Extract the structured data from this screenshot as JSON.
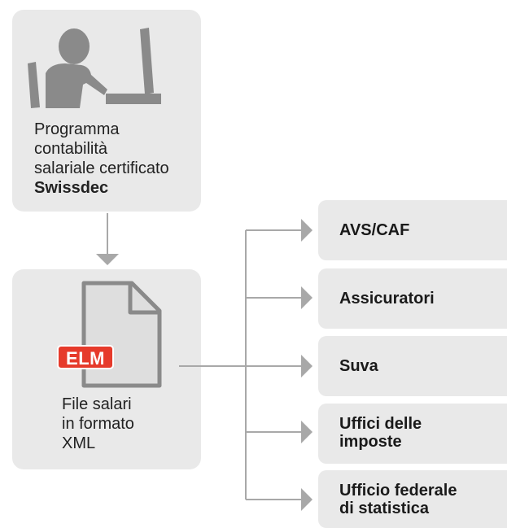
{
  "source_box": {
    "lines": [
      "Programma",
      "contabilità",
      "salariale certificato"
    ],
    "brand": "Swissdec",
    "icon": "person-at-computer-icon"
  },
  "file_box": {
    "badge": "ELM",
    "lines": [
      "File salari",
      "in formato",
      "XML"
    ],
    "icon": "document-icon"
  },
  "destinations": [
    {
      "lines": [
        "AVS/CAF"
      ]
    },
    {
      "lines": [
        "Assicuratori"
      ]
    },
    {
      "lines": [
        "Suva"
      ]
    },
    {
      "lines": [
        "Uffici delle",
        "imposte"
      ]
    },
    {
      "lines": [
        "Ufficio federale",
        "di statistica"
      ]
    }
  ],
  "colors": {
    "box": "#e9e9e9",
    "icon": "#8a8a8a",
    "badge": "#e63a2b",
    "connector": "#a8a8a8"
  }
}
